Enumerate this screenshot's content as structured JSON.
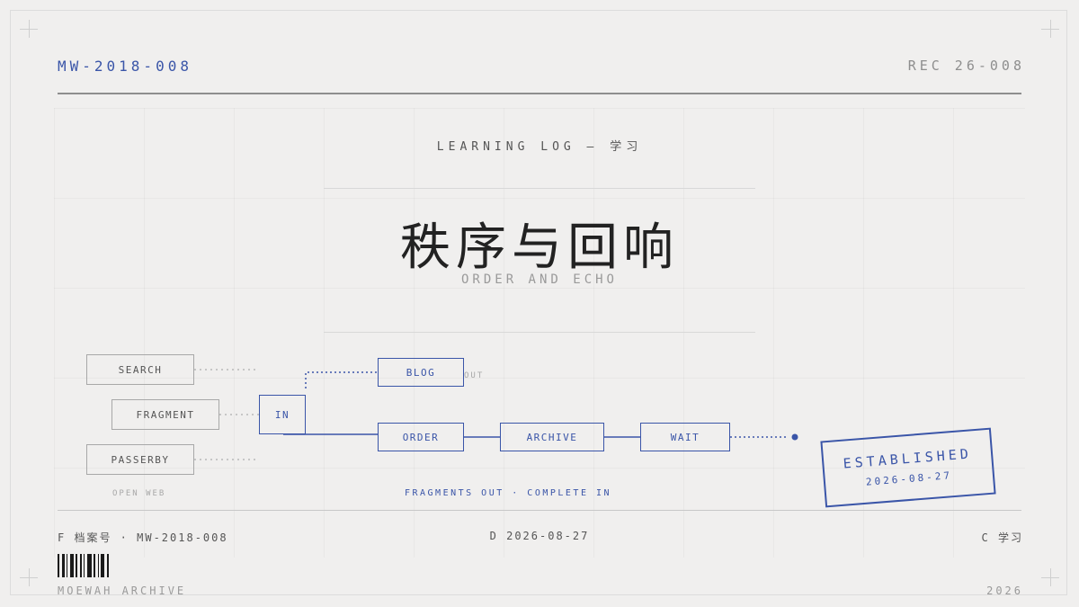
{
  "header": {
    "code": "MW-2018-008",
    "rec": "REC 26-008"
  },
  "kicker": "LEARNING LOG — 学习",
  "title": "秩序与回响",
  "subtitle": "ORDER AND ECHO",
  "diagram": {
    "inputs": [
      "SEARCH",
      "FRAGMENT",
      "PASSERBY"
    ],
    "inputs_caption": "OPEN WEB",
    "hub": "IN",
    "branch": "BLOG",
    "branch_note": "OUT",
    "chain": [
      "ORDER",
      "ARCHIVE",
      "WAIT"
    ],
    "tagline": "FRAGMENTS OUT · COMPLETE IN"
  },
  "stamp": {
    "label": "ESTABLISHED",
    "date": "2026-08-27"
  },
  "meta": {
    "file": "F 档案号 · MW-2018-008",
    "date": "D 2026-08-27",
    "category": "C 学习"
  },
  "footer": {
    "archive": "MOEWAH ARCHIVE",
    "year": "2026"
  },
  "colors": {
    "accent": "#3a55a8",
    "ink": "#222222",
    "muted": "#9a9a9a",
    "paper": "#f0efee"
  }
}
